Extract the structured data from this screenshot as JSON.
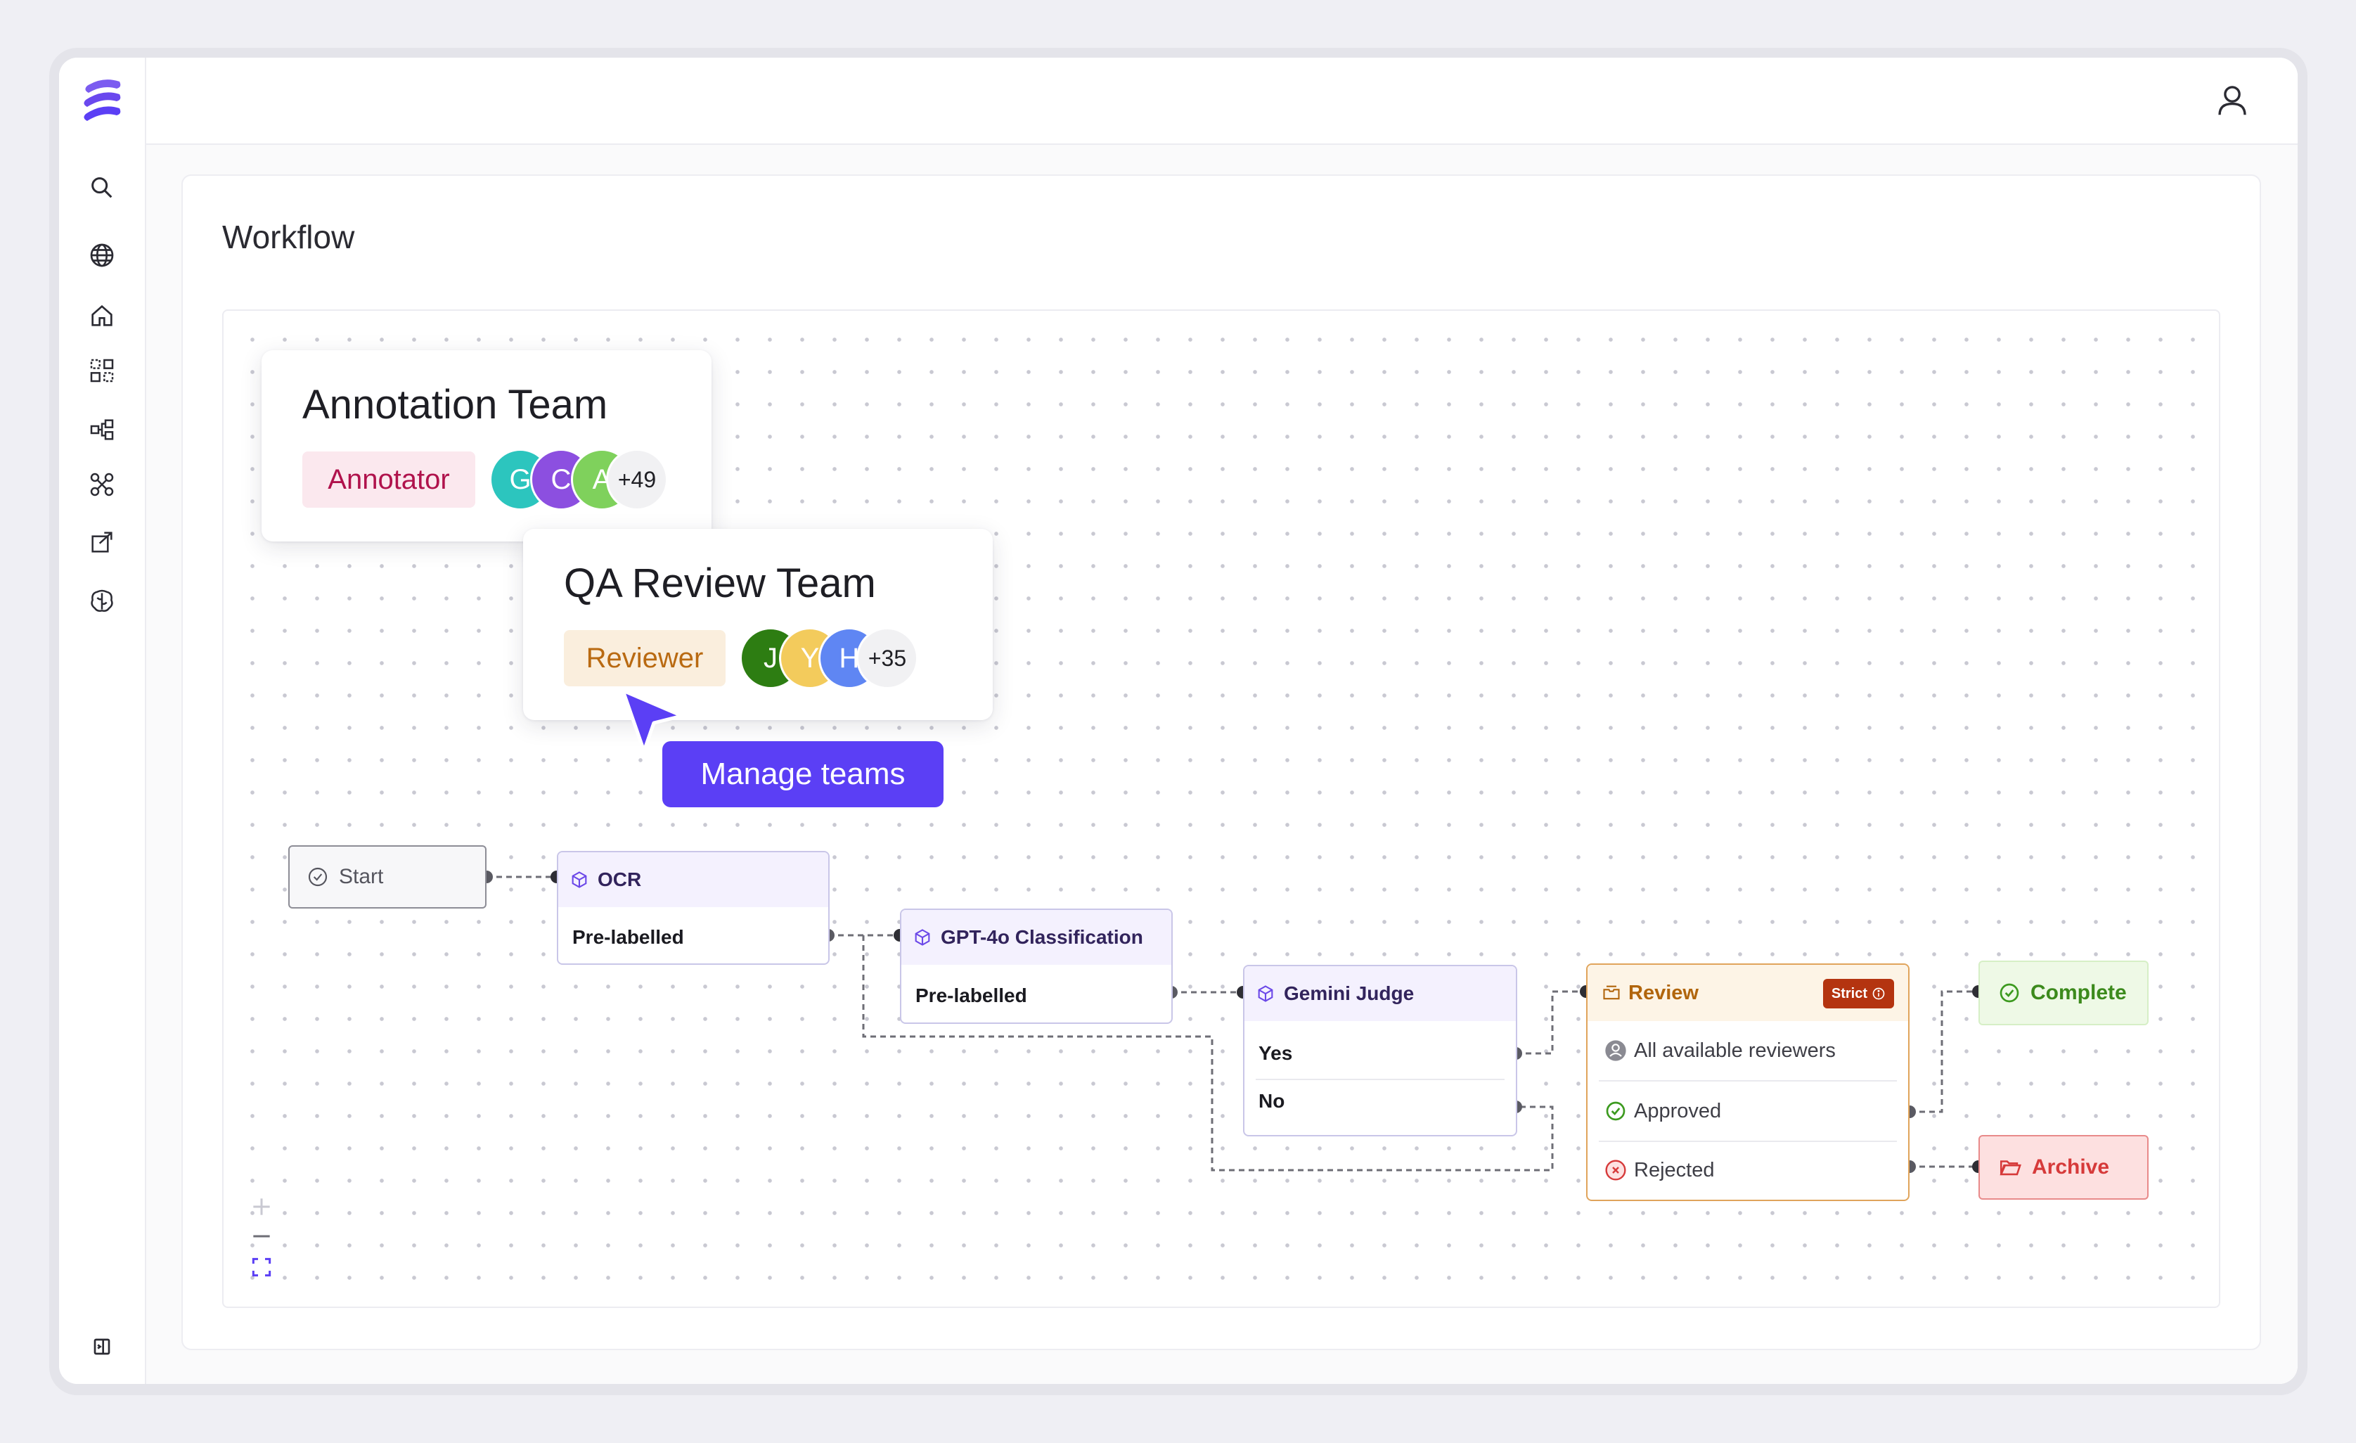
{
  "page": {
    "title": "Workflow"
  },
  "sidebar": {
    "items": [
      {
        "icon": "search-icon"
      },
      {
        "icon": "globe-icon"
      },
      {
        "icon": "home-icon"
      },
      {
        "icon": "grid-icon"
      },
      {
        "icon": "workflow-icon"
      },
      {
        "icon": "model-icon"
      },
      {
        "icon": "annotation-icon"
      },
      {
        "icon": "brain-icon"
      }
    ],
    "collapse_icon": "sidebar-toggle-icon"
  },
  "header": {
    "user_icon": "user-icon"
  },
  "teams": [
    {
      "title": "Annotation Team",
      "role": "Annotator",
      "avatars": [
        "G",
        "C",
        "A"
      ],
      "avatar_colors": [
        "#2cc5be",
        "#8c4fe0",
        "#7fd15c"
      ],
      "more": "+49"
    },
    {
      "title": "QA Review Team",
      "role": "Reviewer",
      "avatars": [
        "J",
        "Y",
        "H"
      ],
      "avatar_colors": [
        "#2d7d12",
        "#f3cb5c",
        "#5f86f3"
      ],
      "more": "+35"
    }
  ],
  "manage_button": {
    "label": "Manage teams"
  },
  "workflow": {
    "start": {
      "label": "Start"
    },
    "ocr": {
      "title": "OCR",
      "output": "Pre-labelled"
    },
    "gpt": {
      "title": "GPT-4o Classification",
      "output": "Pre-labelled"
    },
    "gemini": {
      "title": "Gemini Judge",
      "yes": "Yes",
      "no": "No"
    },
    "review": {
      "title": "Review",
      "badge": "Strict",
      "reviewers": "All available reviewers",
      "approved": "Approved",
      "rejected": "Rejected"
    },
    "complete": {
      "label": "Complete"
    },
    "archive": {
      "label": "Archive"
    }
  },
  "colors": {
    "accent": "#5b3ff5",
    "annotator_bg": "#fbe8ee",
    "annotator_fg": "#b0124c",
    "reviewer_bg": "#faeedd",
    "reviewer_fg": "#b96a12",
    "complete_fg": "#3c8a1c",
    "archive_fg": "#d63a3a"
  }
}
